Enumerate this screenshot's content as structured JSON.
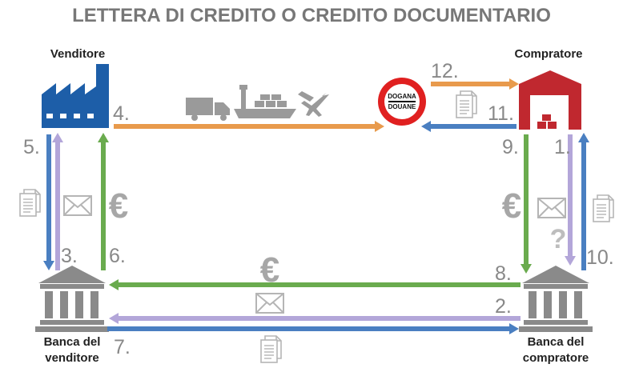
{
  "title": "LETTERA DI CREDITO O CREDITO DOCUMENTARIO",
  "parties": {
    "seller": "Venditore",
    "buyer": "Compratore",
    "seller_bank_line1": "Banca del",
    "seller_bank_line2": "venditore",
    "buyer_bank_line1": "Banca del",
    "buyer_bank_line2": "compratore"
  },
  "customs_sign": {
    "line1": "DOGANA",
    "line2": "DOUANE"
  },
  "steps": {
    "s1": "1.",
    "s2": "2.",
    "s3": "3.",
    "s4": "4.",
    "s5": "5.",
    "s6": "6.",
    "s7": "7.",
    "s8": "8.",
    "s9": "9.",
    "s10": "10.",
    "s11": "11.",
    "s12": "12."
  },
  "symbols": {
    "euro": "€",
    "question": "?"
  },
  "colors": {
    "orange": "#e89a4c",
    "blue": "#4a7fc1",
    "green": "#6aab4e",
    "lavender": "#b3a6d9",
    "factory": "#1d5ea8",
    "warehouse": "#c0282f",
    "bank": "#8a8a8a",
    "icon_gray": "#b5b5b5"
  },
  "icons": [
    "factory-icon",
    "warehouse-icon",
    "bank-icon",
    "truck-icon",
    "ship-icon",
    "airplane-icon",
    "document-icon",
    "envelope-icon",
    "customs-sign-icon"
  ]
}
